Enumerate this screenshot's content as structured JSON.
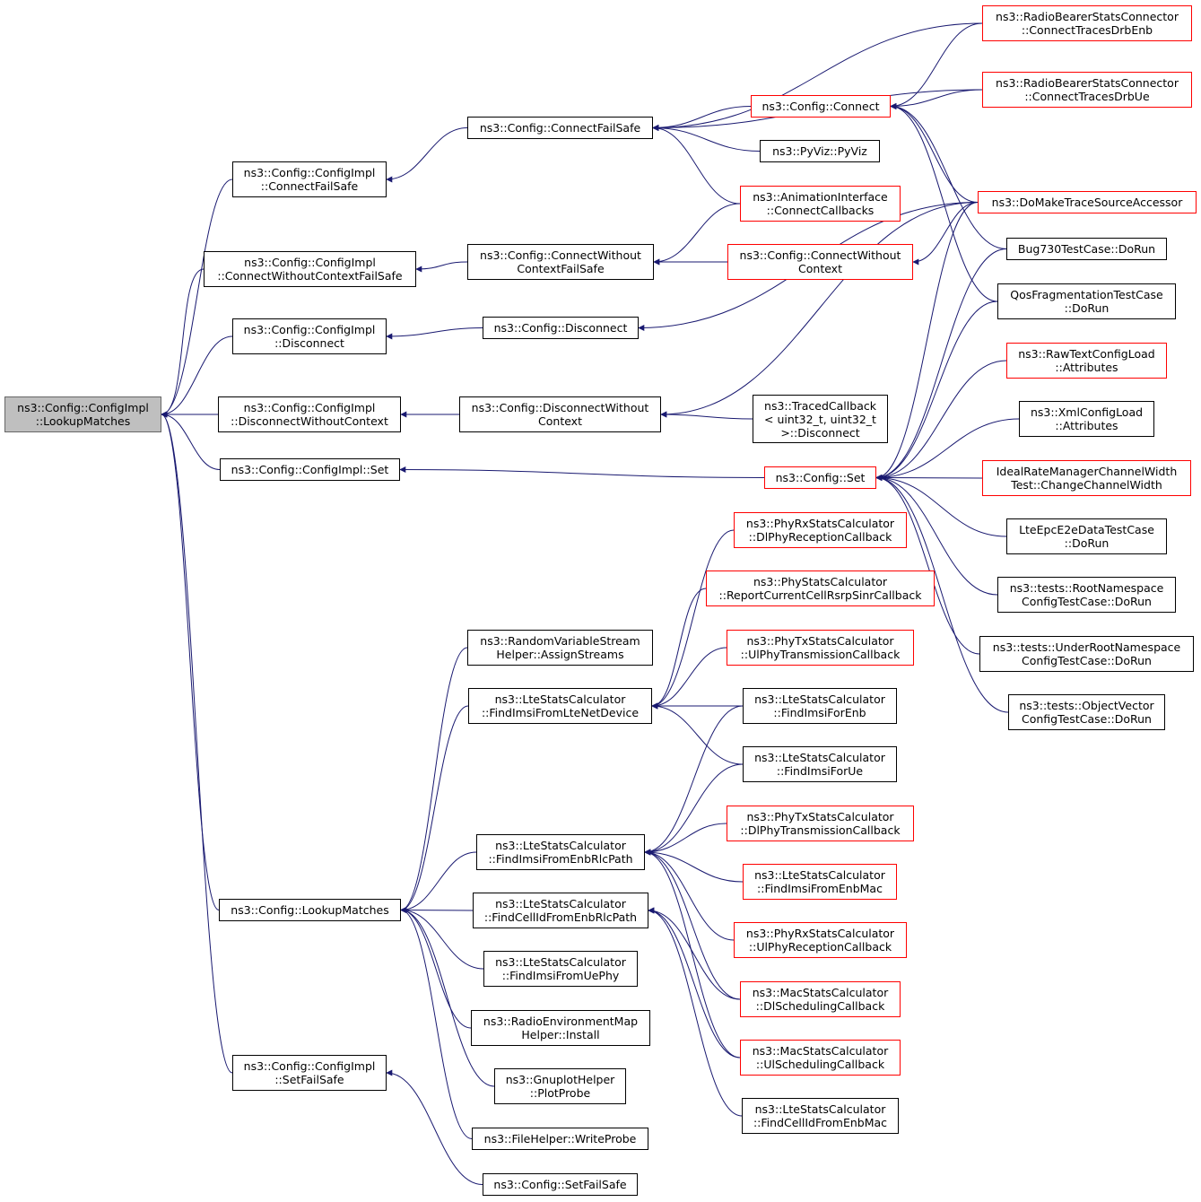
{
  "colors": {
    "edge": "#191970",
    "node_border": "#000000",
    "truncated_border": "#ff0000",
    "root_fill": "#bfbfbf"
  },
  "nodes": {
    "root": {
      "lines": [
        "ns3::Config::ConfigImpl",
        "::LookupMatches"
      ],
      "truncated": false
    },
    "ci_connectfailsafe": {
      "lines": [
        "ns3::Config::ConfigImpl",
        "::ConnectFailSafe"
      ],
      "truncated": false
    },
    "ci_connectwithout": {
      "lines": [
        "ns3::Config::ConfigImpl",
        "::ConnectWithoutContextFailSafe"
      ],
      "truncated": false
    },
    "ci_disconnect": {
      "lines": [
        "ns3::Config::ConfigImpl",
        "::Disconnect"
      ],
      "truncated": false
    },
    "ci_disconnectwithout": {
      "lines": [
        "ns3::Config::ConfigImpl",
        "::DisconnectWithoutContext"
      ],
      "truncated": false
    },
    "ci_set": {
      "lines": [
        "ns3::Config::ConfigImpl::Set"
      ],
      "truncated": false
    },
    "c_lookupmatches": {
      "lines": [
        "ns3::Config::LookupMatches"
      ],
      "truncated": false
    },
    "ci_setfailsafe": {
      "lines": [
        "ns3::Config::ConfigImpl",
        "::SetFailSafe"
      ],
      "truncated": false
    },
    "c_connectfailsafe": {
      "lines": [
        "ns3::Config::ConnectFailSafe"
      ],
      "truncated": false
    },
    "c_connectwithoutfs": {
      "lines": [
        "ns3::Config::ConnectWithout",
        "ContextFailSafe"
      ],
      "truncated": false
    },
    "c_disconnect": {
      "lines": [
        "ns3::Config::Disconnect"
      ],
      "truncated": false
    },
    "c_disconnectwithout": {
      "lines": [
        "ns3::Config::DisconnectWithout",
        "Context"
      ],
      "truncated": false
    },
    "c_connect": {
      "lines": [
        "ns3::Config::Connect"
      ],
      "truncated": true
    },
    "pyviz": {
      "lines": [
        "ns3::PyViz::PyViz"
      ],
      "truncated": false
    },
    "anim_connectcallbacks": {
      "lines": [
        "ns3::AnimationInterface",
        "::ConnectCallbacks"
      ],
      "truncated": true
    },
    "c_connectwithout": {
      "lines": [
        "ns3::Config::ConnectWithout",
        "Context"
      ],
      "truncated": true
    },
    "tracedcallback": {
      "lines": [
        "ns3::TracedCallback",
        "< uint32_t, uint32_t",
        ">::Disconnect"
      ],
      "truncated": false
    },
    "c_set": {
      "lines": [
        "ns3::Config::Set"
      ],
      "truncated": true
    },
    "rb_drbenb": {
      "lines": [
        "ns3::RadioBearerStatsConnector",
        "::ConnectTracesDrbEnb"
      ],
      "truncated": true
    },
    "rb_drbue": {
      "lines": [
        "ns3::RadioBearerStatsConnector",
        "::ConnectTracesDrbUe"
      ],
      "truncated": true
    },
    "domaketrace": {
      "lines": [
        "ns3::DoMakeTraceSourceAccessor"
      ],
      "truncated": true
    },
    "bug730": {
      "lines": [
        "Bug730TestCase::DoRun"
      ],
      "truncated": false
    },
    "qosfrag": {
      "lines": [
        "QosFragmentationTestCase",
        "::DoRun"
      ],
      "truncated": false
    },
    "rawtext": {
      "lines": [
        "ns3::RawTextConfigLoad",
        "::Attributes"
      ],
      "truncated": true
    },
    "xmlconfig": {
      "lines": [
        "ns3::XmlConfigLoad",
        "::Attributes"
      ],
      "truncated": false
    },
    "idealrate": {
      "lines": [
        "IdealRateManagerChannelWidth",
        "Test::ChangeChannelWidth"
      ],
      "truncated": true
    },
    "lteepc": {
      "lines": [
        "LteEpcE2eDataTestCase",
        "::DoRun"
      ],
      "truncated": false
    },
    "rootns": {
      "lines": [
        "ns3::tests::RootNamespace",
        "ConfigTestCase::DoRun"
      ],
      "truncated": false
    },
    "underroot": {
      "lines": [
        "ns3::tests::UnderRootNamespace",
        "ConfigTestCase::DoRun"
      ],
      "truncated": false
    },
    "objvector": {
      "lines": [
        "ns3::tests::ObjectVector",
        "ConfigTestCase::DoRun"
      ],
      "truncated": false
    },
    "rvs_assign": {
      "lines": [
        "ns3::RandomVariableStream",
        "Helper::AssignStreams"
      ],
      "truncated": false
    },
    "lsc_findimsifromlte": {
      "lines": [
        "ns3::LteStatsCalculator",
        "::FindImsiFromLteNetDevice"
      ],
      "truncated": false
    },
    "lsc_findimsifromenbrlc": {
      "lines": [
        "ns3::LteStatsCalculator",
        "::FindImsiFromEnbRlcPath"
      ],
      "truncated": false
    },
    "lsc_findcellidfromenbrlc": {
      "lines": [
        "ns3::LteStatsCalculator",
        "::FindCellIdFromEnbRlcPath"
      ],
      "truncated": false
    },
    "lsc_findimsifromuephy": {
      "lines": [
        "ns3::LteStatsCalculator",
        "::FindImsiFromUePhy"
      ],
      "truncated": false
    },
    "rem_install": {
      "lines": [
        "ns3::RadioEnvironmentMap",
        "Helper::Install"
      ],
      "truncated": false
    },
    "gnuplot": {
      "lines": [
        "ns3::GnuplotHelper",
        "::PlotProbe"
      ],
      "truncated": false
    },
    "filehelper": {
      "lines": [
        "ns3::FileHelper::WriteProbe"
      ],
      "truncated": false
    },
    "c_setfailsafe": {
      "lines": [
        "ns3::Config::SetFailSafe"
      ],
      "truncated": false
    },
    "phyrx_dl": {
      "lines": [
        "ns3::PhyRxStatsCalculator",
        "::DlPhyReceptionCallback"
      ],
      "truncated": true
    },
    "phystats_rsrp": {
      "lines": [
        "ns3::PhyStatsCalculator",
        "::ReportCurrentCellRsrpSinrCallback"
      ],
      "truncated": true
    },
    "phytx_ul": {
      "lines": [
        "ns3::PhyTxStatsCalculator",
        "::UlPhyTransmissionCallback"
      ],
      "truncated": true
    },
    "lsc_findimsiforenb": {
      "lines": [
        "ns3::LteStatsCalculator",
        "::FindImsiForEnb"
      ],
      "truncated": false
    },
    "lsc_findimsiforue": {
      "lines": [
        "ns3::LteStatsCalculator",
        "::FindImsiForUe"
      ],
      "truncated": false
    },
    "phytx_dl": {
      "lines": [
        "ns3::PhyTxStatsCalculator",
        "::DlPhyTransmissionCallback"
      ],
      "truncated": true
    },
    "lsc_findimsifromenbmac": {
      "lines": [
        "ns3::LteStatsCalculator",
        "::FindImsiFromEnbMac"
      ],
      "truncated": true
    },
    "phyrx_ul": {
      "lines": [
        "ns3::PhyRxStatsCalculator",
        "::UlPhyReceptionCallback"
      ],
      "truncated": true
    },
    "mac_dl": {
      "lines": [
        "ns3::MacStatsCalculator",
        "::DlSchedulingCallback"
      ],
      "truncated": true
    },
    "mac_ul": {
      "lines": [
        "ns3::MacStatsCalculator",
        "::UlSchedulingCallback"
      ],
      "truncated": true
    },
    "lsc_findcellidfromenbmac": {
      "lines": [
        "ns3::LteStatsCalculator",
        "::FindCellIdFromEnbMac"
      ],
      "truncated": false
    }
  },
  "edges": [
    [
      "root",
      "ci_connectfailsafe"
    ],
    [
      "root",
      "ci_connectwithout"
    ],
    [
      "root",
      "ci_disconnect"
    ],
    [
      "root",
      "ci_disconnectwithout"
    ],
    [
      "root",
      "ci_set"
    ],
    [
      "root",
      "c_lookupmatches"
    ],
    [
      "root",
      "ci_setfailsafe"
    ],
    [
      "ci_connectfailsafe",
      "c_connectfailsafe"
    ],
    [
      "ci_connectwithout",
      "c_connectwithoutfs"
    ],
    [
      "ci_disconnect",
      "c_disconnect"
    ],
    [
      "ci_disconnectwithout",
      "c_disconnectwithout"
    ],
    [
      "ci_set",
      "c_set"
    ],
    [
      "ci_setfailsafe",
      "c_setfailsafe"
    ],
    [
      "c_connectfailsafe",
      "c_connect"
    ],
    [
      "c_connectfailsafe",
      "pyviz"
    ],
    [
      "c_connectfailsafe",
      "anim_connectcallbacks"
    ],
    [
      "c_connectfailsafe",
      "rb_drbenb"
    ],
    [
      "c_connectfailsafe",
      "rb_drbue"
    ],
    [
      "c_connect",
      "rb_drbenb"
    ],
    [
      "c_connect",
      "rb_drbue"
    ],
    [
      "c_connect",
      "domaketrace"
    ],
    [
      "c_connect",
      "bug730"
    ],
    [
      "c_connect",
      "qosfrag"
    ],
    [
      "c_connectwithoutfs",
      "anim_connectcallbacks"
    ],
    [
      "c_connectwithoutfs",
      "c_connectwithout"
    ],
    [
      "c_connectwithout",
      "domaketrace"
    ],
    [
      "c_disconnect",
      "domaketrace"
    ],
    [
      "c_disconnectwithout",
      "tracedcallback"
    ],
    [
      "c_disconnectwithout",
      "domaketrace"
    ],
    [
      "c_set",
      "rawtext"
    ],
    [
      "c_set",
      "xmlconfig"
    ],
    [
      "c_set",
      "idealrate"
    ],
    [
      "c_set",
      "lteepc"
    ],
    [
      "c_set",
      "rootns"
    ],
    [
      "c_set",
      "underroot"
    ],
    [
      "c_set",
      "objvector"
    ],
    [
      "c_set",
      "bug730"
    ],
    [
      "c_set",
      "qosfrag"
    ],
    [
      "c_set",
      "domaketrace"
    ],
    [
      "c_lookupmatches",
      "rvs_assign"
    ],
    [
      "c_lookupmatches",
      "lsc_findimsifromlte"
    ],
    [
      "c_lookupmatches",
      "lsc_findimsifromenbrlc"
    ],
    [
      "c_lookupmatches",
      "lsc_findcellidfromenbrlc"
    ],
    [
      "c_lookupmatches",
      "lsc_findimsifromuephy"
    ],
    [
      "c_lookupmatches",
      "rem_install"
    ],
    [
      "c_lookupmatches",
      "gnuplot"
    ],
    [
      "c_lookupmatches",
      "filehelper"
    ],
    [
      "lsc_findimsifromlte",
      "phyrx_dl"
    ],
    [
      "lsc_findimsifromlte",
      "phystats_rsrp"
    ],
    [
      "lsc_findimsifromlte",
      "phytx_ul"
    ],
    [
      "lsc_findimsifromlte",
      "lsc_findimsiforenb"
    ],
    [
      "lsc_findimsifromlte",
      "lsc_findimsiforue"
    ],
    [
      "lsc_findimsifromenbrlc",
      "lsc_findimsiforenb"
    ],
    [
      "lsc_findimsifromenbrlc",
      "lsc_findimsiforue"
    ],
    [
      "lsc_findimsifromenbrlc",
      "phytx_dl"
    ],
    [
      "lsc_findimsifromenbrlc",
      "lsc_findimsifromenbmac"
    ],
    [
      "lsc_findimsifromenbrlc",
      "phyrx_ul"
    ],
    [
      "lsc_findimsifromenbrlc",
      "mac_dl"
    ],
    [
      "lsc_findimsifromenbrlc",
      "mac_ul"
    ],
    [
      "lsc_findcellidfromenbrlc",
      "mac_dl"
    ],
    [
      "lsc_findcellidfromenbrlc",
      "mac_ul"
    ],
    [
      "lsc_findcellidfromenbrlc",
      "lsc_findcellidfromenbmac"
    ]
  ]
}
